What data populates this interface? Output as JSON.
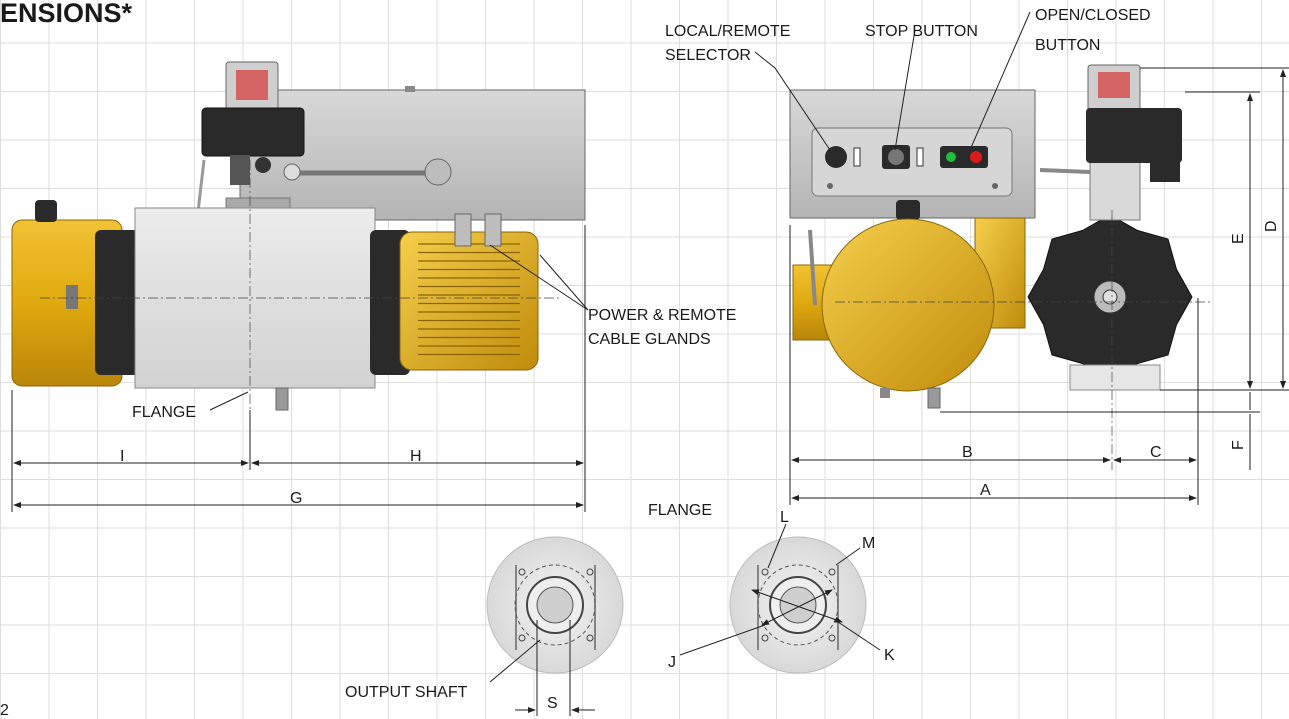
{
  "header": {
    "title": "ENSIONS*"
  },
  "labels": {
    "local_remote": "LOCAL/REMOTE",
    "selector": "SELECTOR",
    "stop_button": "STOP BUTTON",
    "open_closed": "OPEN/CLOSED",
    "button": "BUTTON",
    "power_remote": "POWER & REMOTE",
    "cable_glands": "CABLE GLANDS",
    "flange": "FLANGE",
    "flange_heading": "FLANGE",
    "output_shaft": "OUTPUT SHAFT"
  },
  "dimensions": {
    "A": "A",
    "B": "B",
    "C": "C",
    "D": "D",
    "E": "E",
    "F": "F",
    "G": "G",
    "H": "H",
    "I": "I",
    "J": "J",
    "K": "K",
    "L": "L",
    "M": "M",
    "S": "S"
  },
  "footer": {
    "page_number": "2"
  },
  "colors": {
    "yellow": "#e0a90f",
    "gray_body": "#c9c9c9",
    "light_body": "#dcdcdc",
    "black_part": "#2a2a2a",
    "red_light": "#d81b1b",
    "green_light": "#1fbf3a"
  }
}
